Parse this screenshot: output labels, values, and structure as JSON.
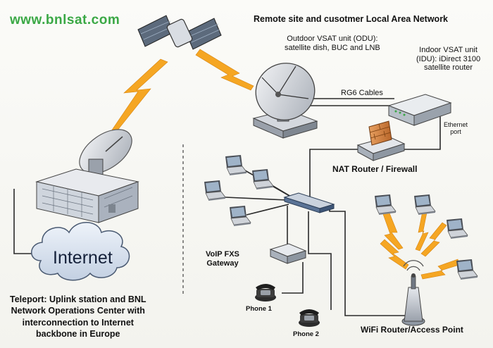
{
  "watermark": "www.bnlsat.com",
  "title": "Remote site and cusotmer Local Area Network",
  "odu_label": [
    "Outdoor VSAT unit (ODU):",
    "satellite dish, BUC and LNB"
  ],
  "idu_label": [
    "Indoor VSAT unit",
    "(IDU): iDirect 3100",
    "satellite router"
  ],
  "cable_label": "RG6 Cables",
  "ethernet_label": [
    "Ethernet",
    "port"
  ],
  "nat_label": "NAT Router / Firewall",
  "voip_label": [
    "VoIP FXS",
    "Gateway"
  ],
  "phone1_label": "Phone 1",
  "phone2_label": "Phone 2",
  "wifi_label": "WiFi Router/Access Point",
  "internet_label": "Internet",
  "teleport_label": [
    "Teleport: Uplink station and BNL",
    "Network Operations Center with",
    "interconnection to Internet",
    "backbone in Europe"
  ],
  "colors": {
    "watermark": "#3aa845",
    "lightning": "#f5a623",
    "cable": "#2a2a2a",
    "device": "#c9ced6",
    "cloud": "#dfe8f4"
  },
  "icons": [
    "satellite-icon",
    "satellite-dish-icon",
    "teleport-dish-icon",
    "building-icon",
    "internet-cloud-icon",
    "router-icon",
    "firewall-icon",
    "switch-icon",
    "laptop-icon",
    "voip-gateway-icon",
    "phone-icon",
    "access-point-icon",
    "lightning-icon",
    "wireless-signal-icon"
  ]
}
